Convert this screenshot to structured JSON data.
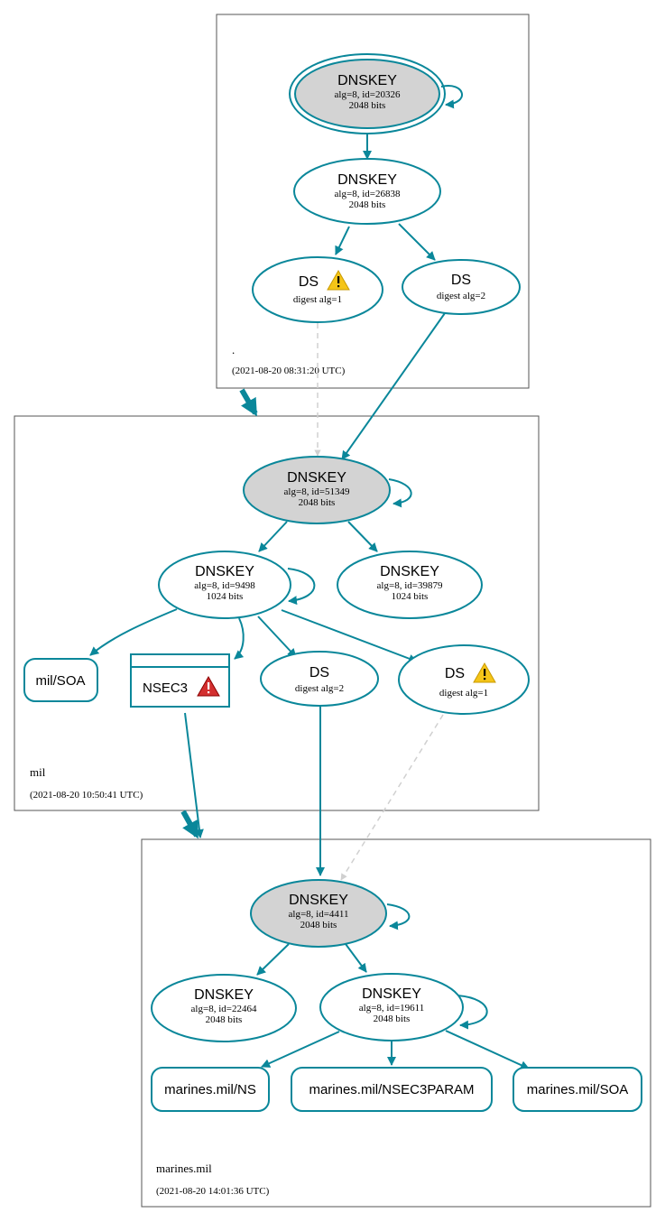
{
  "zones": {
    "root": {
      "name": ".",
      "timestamp": "(2021-08-20 08:31:20 UTC)"
    },
    "mil": {
      "name": "mil",
      "timestamp": "(2021-08-20 10:50:41 UTC)"
    },
    "marines": {
      "name": "marines.mil",
      "timestamp": "(2021-08-20 14:01:36 UTC)"
    }
  },
  "nodes": {
    "root_ksk": {
      "title": "DNSKEY",
      "line1": "alg=8, id=20326",
      "line2": "2048 bits"
    },
    "root_zsk": {
      "title": "DNSKEY",
      "line1": "alg=8, id=26838",
      "line2": "2048 bits"
    },
    "root_ds1": {
      "title": "DS",
      "line1": "digest alg=1"
    },
    "root_ds2": {
      "title": "DS",
      "line1": "digest alg=2"
    },
    "mil_ksk": {
      "title": "DNSKEY",
      "line1": "alg=8, id=51349",
      "line2": "2048 bits"
    },
    "mil_zsk1": {
      "title": "DNSKEY",
      "line1": "alg=8, id=9498",
      "line2": "1024 bits"
    },
    "mil_zsk2": {
      "title": "DNSKEY",
      "line1": "alg=8, id=39879",
      "line2": "1024 bits"
    },
    "mil_soa": {
      "title": "mil/SOA"
    },
    "mil_nsec3": {
      "title": "NSEC3"
    },
    "mil_ds2": {
      "title": "DS",
      "line1": "digest alg=2"
    },
    "mil_ds1": {
      "title": "DS",
      "line1": "digest alg=1"
    },
    "mar_ksk": {
      "title": "DNSKEY",
      "line1": "alg=8, id=4411",
      "line2": "2048 bits"
    },
    "mar_zsk1": {
      "title": "DNSKEY",
      "line1": "alg=8, id=22464",
      "line2": "2048 bits"
    },
    "mar_zsk2": {
      "title": "DNSKEY",
      "line1": "alg=8, id=19611",
      "line2": "2048 bits"
    },
    "mar_ns": {
      "title": "marines.mil/NS"
    },
    "mar_nsec3param": {
      "title": "marines.mil/NSEC3PARAM"
    },
    "mar_soa": {
      "title": "marines.mil/SOA"
    }
  },
  "colors": {
    "edge": "#0a879a",
    "ksk_fill": "#d3d3d3",
    "insecure_edge": "#d0d0d0",
    "warning": "#f5c518",
    "error": "#d32f2f"
  },
  "icons": {
    "warning": "warning-icon",
    "error": "error-icon"
  }
}
